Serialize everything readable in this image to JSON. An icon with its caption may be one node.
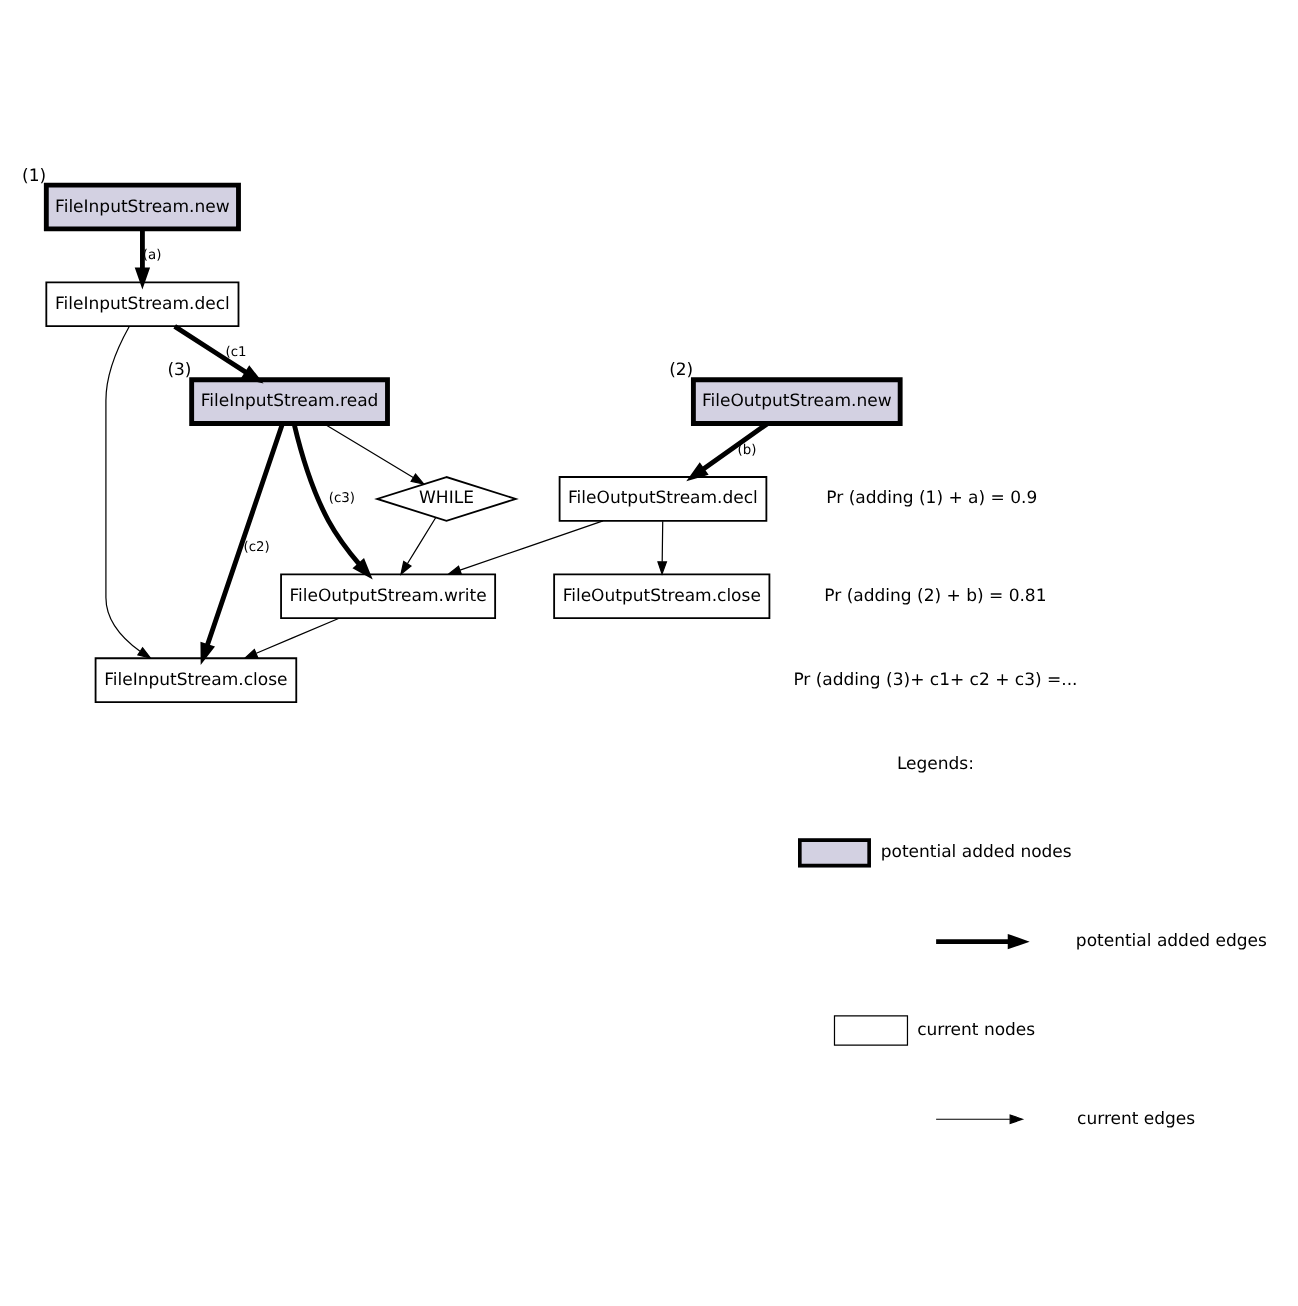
{
  "diagram": {
    "nodes": [
      {
        "text": [
          "FileInputStream.new"
        ],
        "beside": [
          "(1)"
        ]
      },
      {
        "text": [
          "FileOutputStream.new"
        ],
        "beside": [
          "(2)"
        ]
      },
      {
        "text": [
          "FileInputStream.decl"
        ]
      },
      {
        "text": [
          "FileOutputStream.decl"
        ]
      },
      {
        "text": [
          "FileInputStream.read"
        ],
        "beside": [
          "(3)"
        ]
      },
      {
        "text": [
          "WHILE"
        ]
      },
      {
        "text": [
          "FileOutputStream.write"
        ]
      },
      {
        "text": [
          "FileInputStream.close"
        ]
      },
      {
        "text": [
          "FileOutputStream.close"
        ]
      }
    ],
    "edges": [
      {
        "from": 0,
        "to": 2,
        "arrow": "to",
        "label": "(a)",
        "style": "thick"
      },
      {
        "from": 1,
        "to": 3,
        "arrow": "to",
        "label": "(b)",
        "style": "thick"
      },
      {
        "from": 2,
        "to": 4,
        "arrow": "to",
        "label": "(c1",
        "style": "thick"
      },
      {
        "from": 4,
        "to": 6,
        "arrow": "to",
        "label": "(c3)",
        "style": "thick"
      },
      {
        "from": 4,
        "to": 7,
        "arrow": "to",
        "label": "(c2)",
        "style": "thick"
      },
      {
        "from": 4,
        "to": 5,
        "arrow": "to"
      },
      {
        "from": 5,
        "to": 6,
        "arrow": "to"
      },
      {
        "from": 6,
        "to": 7,
        "arrow": "to"
      },
      {
        "from": 2,
        "to": 7,
        "arrow": "to"
      },
      {
        "from": 3,
        "to": 6,
        "arrow": "to"
      },
      {
        "from": 3,
        "to": 8,
        "arrow": "to"
      }
    ],
    "labels": [
      "Pr (adding (1) + a) = 0.9",
      "Pr (adding (2) + b) = 0.81",
      "Pr (adding (3)+ c1+ c2 + c3) =...",
      "Legends:"
    ],
    "legend": [
      {
        "text": "potential added nodes"
      },
      {
        "text": "potential added edges"
      },
      {
        "text": "current nodes"
      },
      {
        "text": "current edges"
      }
    ]
  }
}
